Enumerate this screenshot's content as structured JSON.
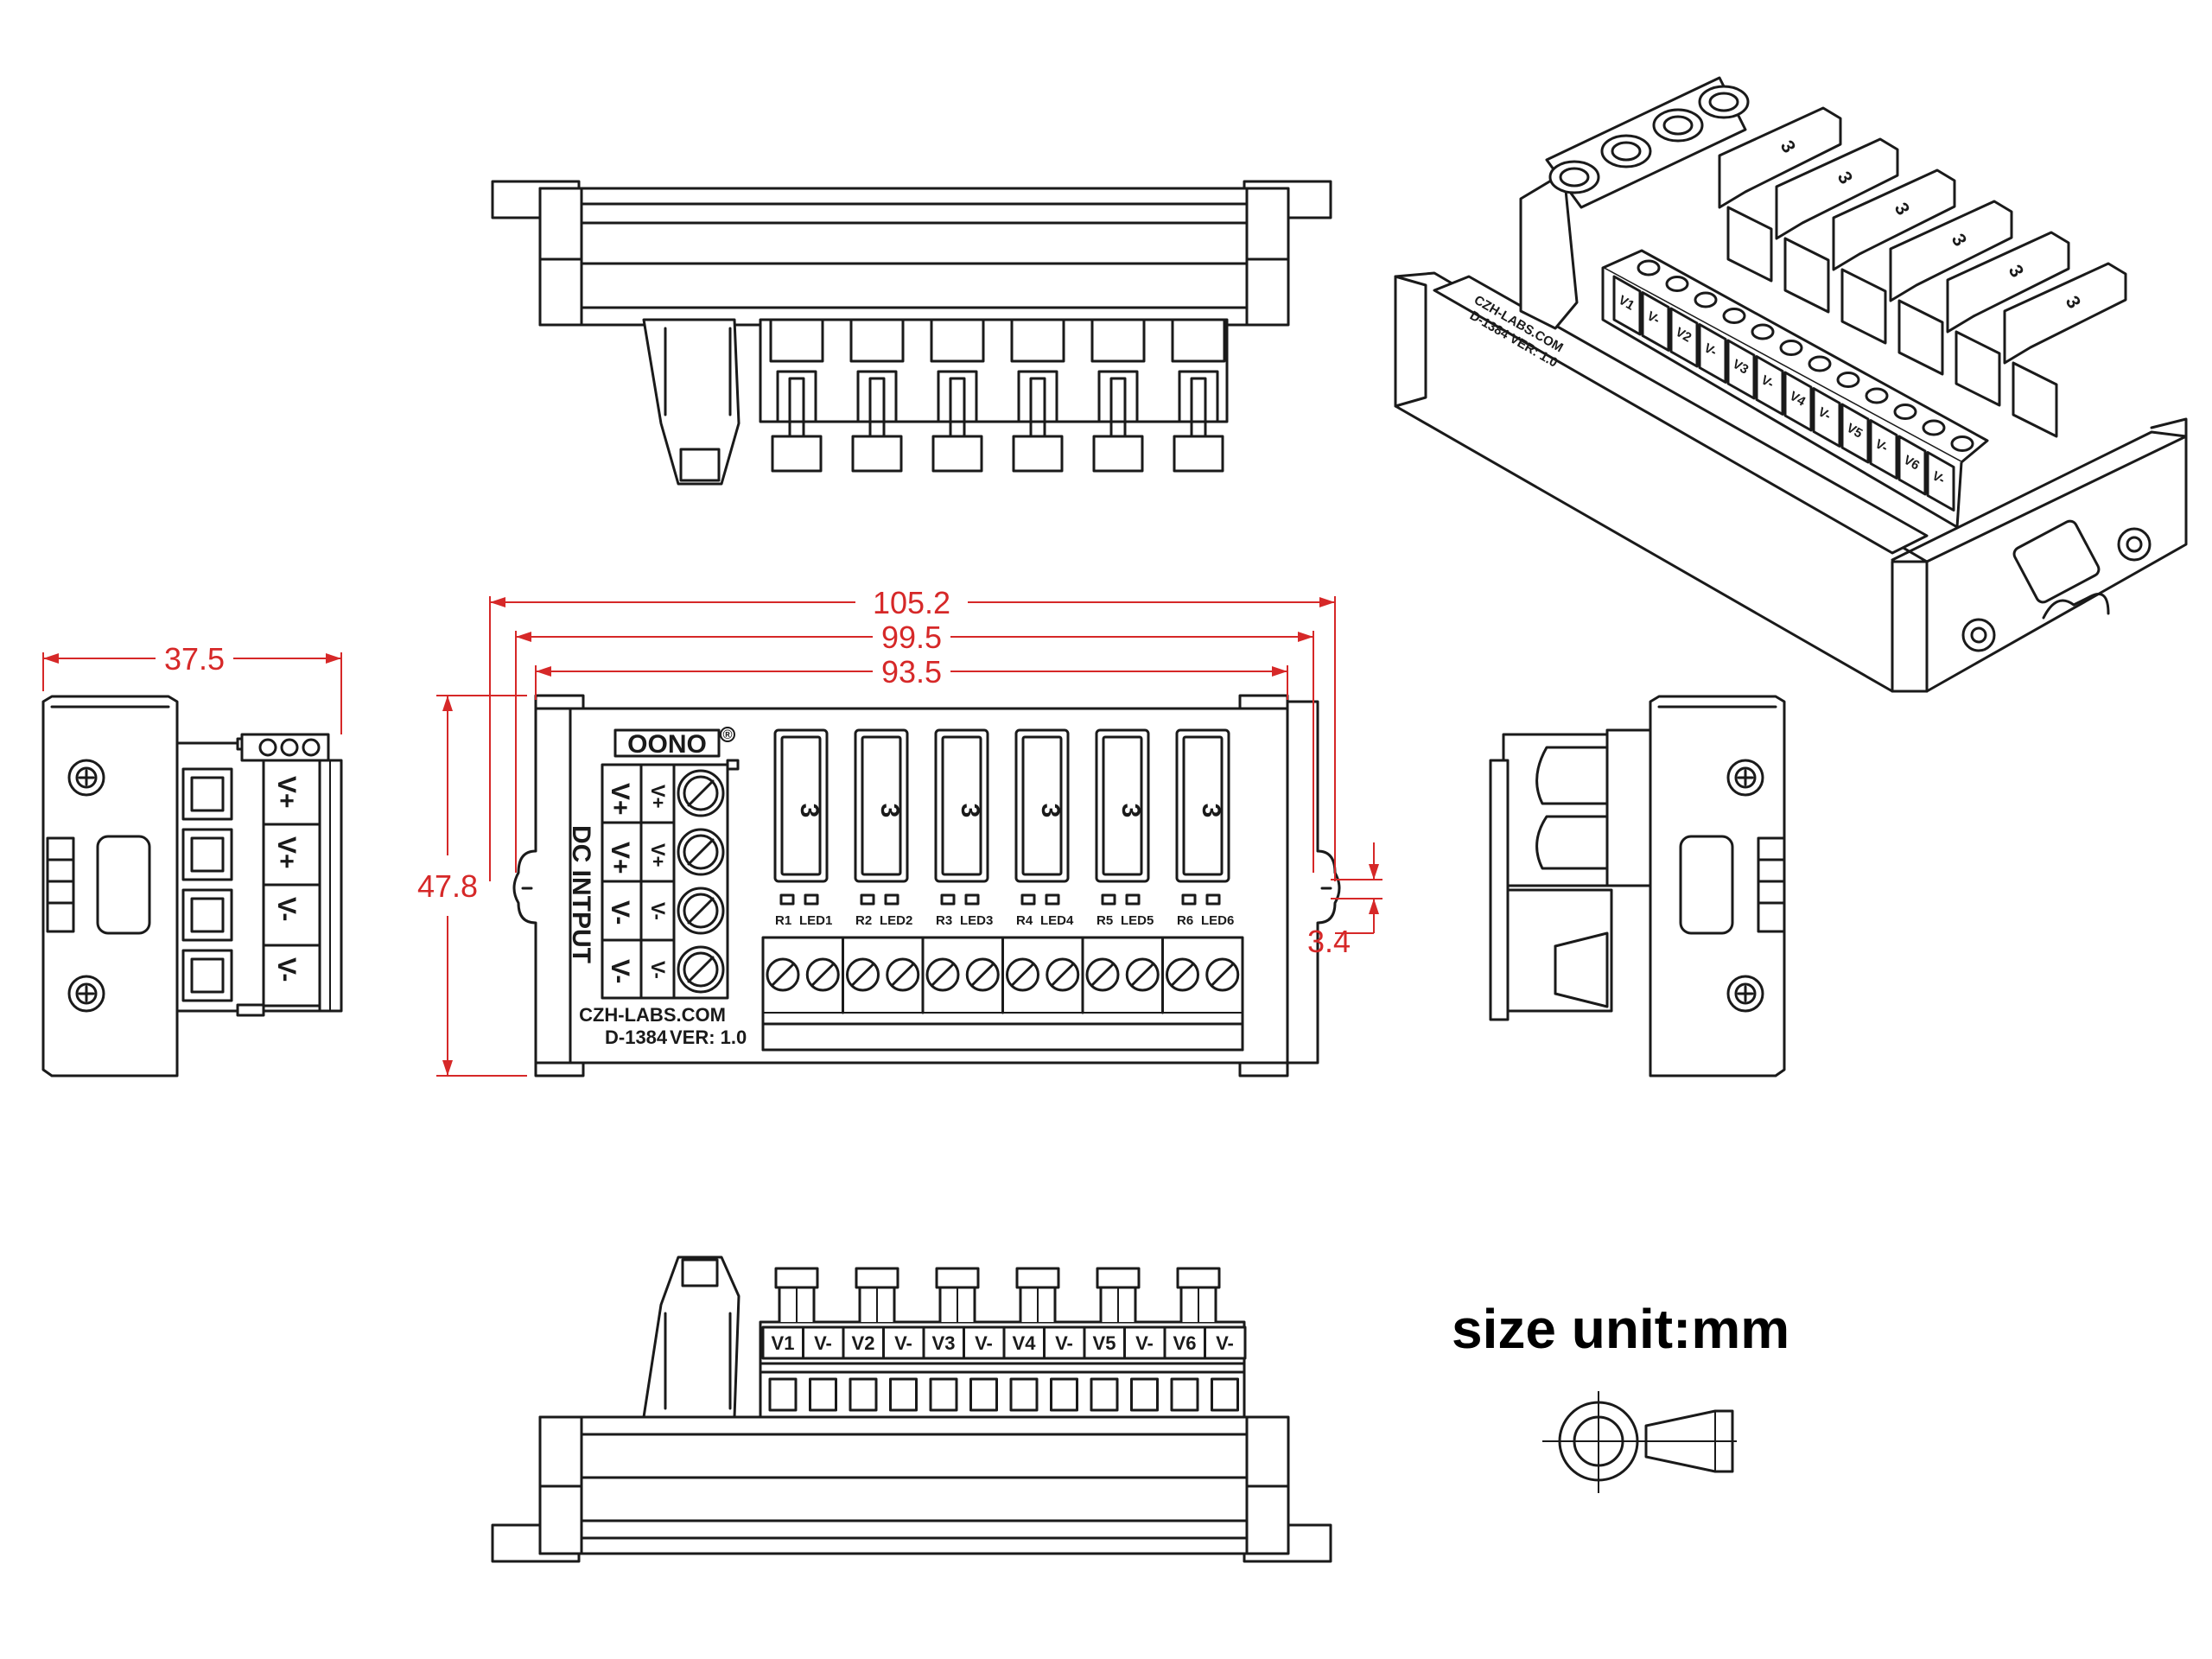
{
  "dimensions": {
    "overall_width": "105.2",
    "rail_width": "99.5",
    "pcb_width": "93.5",
    "height": "47.8",
    "side_depth": "37.5",
    "slot_width": "3.4"
  },
  "size_unit_label": "size unit:mm",
  "brand": {
    "logo_text": "OONO",
    "registered_mark": "®",
    "website": "CZH-LABS.COM",
    "model": "D-1384",
    "version": "VER: 1.0"
  },
  "dc_input": {
    "label": "DC INTPUT",
    "pins": [
      "V+",
      "V+",
      "V-",
      "V-"
    ]
  },
  "fuses": [
    "3",
    "3",
    "3",
    "3",
    "3",
    "3"
  ],
  "channels": [
    {
      "r": "R1",
      "led": "LED1",
      "v": "V1",
      "gnd": "V-"
    },
    {
      "r": "R2",
      "led": "LED2",
      "v": "V2",
      "gnd": "V-"
    },
    {
      "r": "R3",
      "led": "LED3",
      "v": "V3",
      "gnd": "V-"
    },
    {
      "r": "R4",
      "led": "LED4",
      "v": "V4",
      "gnd": "V-"
    },
    {
      "r": "R5",
      "led": "LED5",
      "v": "V5",
      "gnd": "V-"
    },
    {
      "r": "R6",
      "led": "LED6",
      "v": "V6",
      "gnd": "V-"
    }
  ],
  "iso_labels": {
    "website": "CZH-LABS.COM",
    "model": "D-1384 VER: 1.0",
    "terminals": [
      "V1",
      "V-",
      "V2",
      "V-",
      "V3",
      "V-",
      "V4",
      "V-",
      "V5",
      "V-",
      "V6",
      "V-"
    ]
  }
}
